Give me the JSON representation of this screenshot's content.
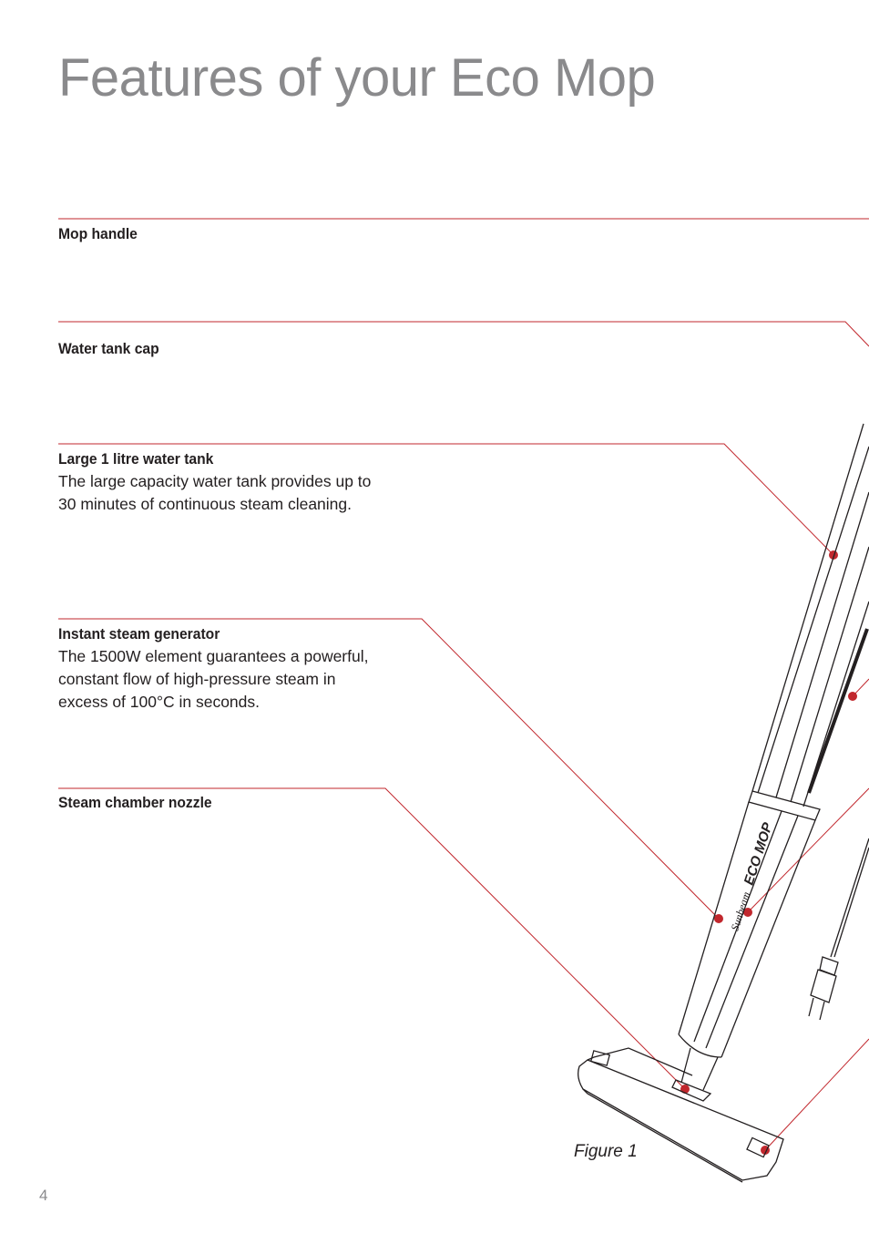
{
  "page": {
    "title": "Features of your Eco Mop",
    "page_number": "4",
    "figure_caption": "Figure 1",
    "accent_color": "#c1272d"
  },
  "features": [
    {
      "heading": "Mop handle",
      "description": ""
    },
    {
      "heading": "Water tank cap",
      "description": ""
    },
    {
      "heading": "Large 1 litre water tank",
      "description": "The large capacity water tank provides up to\n30 minutes of continuous steam cleaning."
    },
    {
      "heading": "Instant steam generator",
      "description": "The 1500W element guarantees a powerful,\nconstant flow of high-pressure steam in\nexcess of 100°C in seconds."
    },
    {
      "heading": "Steam chamber nozzle",
      "description": ""
    }
  ],
  "illustration": {
    "product_label": "ECO MOP",
    "brand_label": "Sunbeam"
  }
}
